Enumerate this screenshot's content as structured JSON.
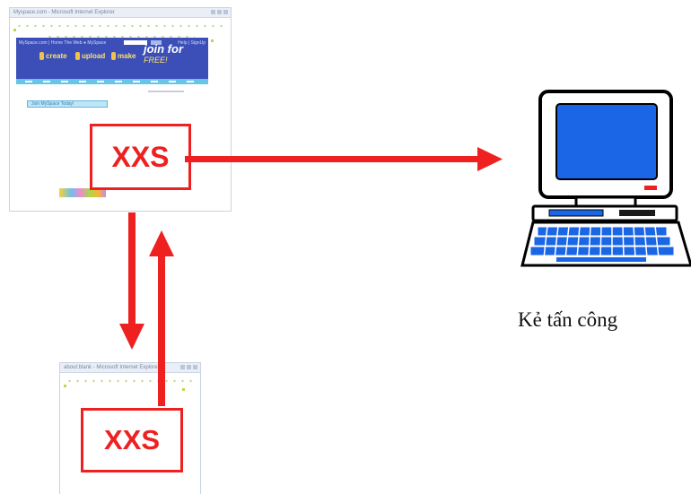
{
  "browser_main": {
    "title_text": "Myspace.com - Microsoft Internet Explorer",
    "banner_top_text": "MySpace.com | Home    The Web ● MySpace",
    "banner_links": "Help | SignUp",
    "banner_items": [
      "create",
      "upload",
      "make"
    ],
    "join_text": "join for",
    "free_text": "FREE!",
    "welcome_text": "Join MySpace Today!"
  },
  "browser_small": {
    "title_text": "about:blank - Microsoft Internet Explorer"
  },
  "xss_main_label": "XXS",
  "xss_small_label": "XXS",
  "attacker": {
    "label": "Kẻ tấn công"
  },
  "colors": {
    "arrow": "#ee2020",
    "monitor_screen": "#1a66e6",
    "banner": "#3c4fb8",
    "keyboard_keys": "#1a66e6"
  },
  "icons": [
    "desktop-computer-icon",
    "arrow-right",
    "arrow-down",
    "arrow-up"
  ]
}
